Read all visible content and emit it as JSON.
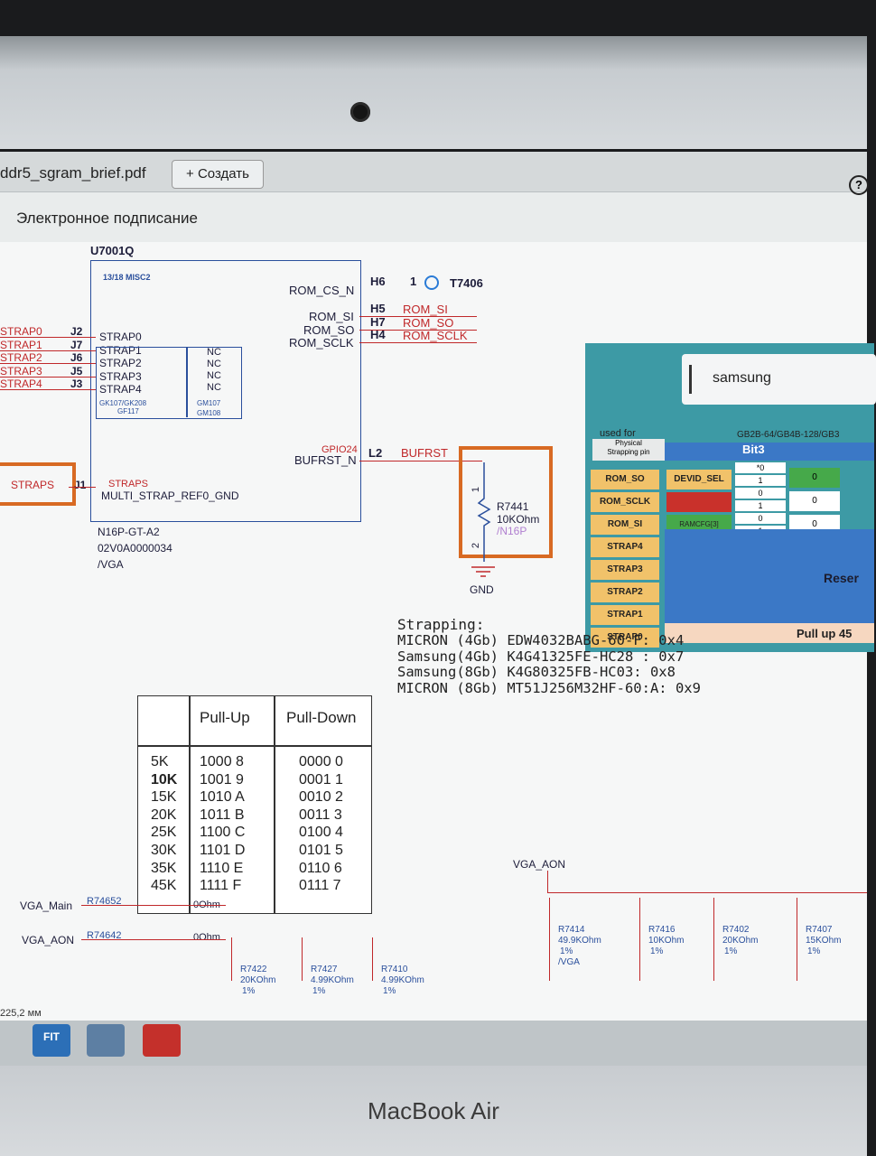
{
  "tab": {
    "title": "ddr5_sgram_brief.pdf",
    "create_label": "+ Создать",
    "help": "?"
  },
  "signing_label": "Электронное подписание",
  "schematic": {
    "chip": "U7001Q",
    "misc": "13/18 MISC2",
    "rom_pins": [
      "ROM_CS_N",
      "ROM_SI",
      "ROM_SO",
      "ROM_SCLK"
    ],
    "rom_balls": [
      "H6",
      "H5",
      "H7",
      "H4"
    ],
    "rom_nets": [
      "ROM_SI",
      "ROM_SO",
      "ROM_SCLK"
    ],
    "tp_label": "1",
    "tp_name": "T7406",
    "straps_left": [
      "STRAP0",
      "STRAP1",
      "STRAP2",
      "STRAP3",
      "STRAP4"
    ],
    "straps_balls": [
      "J2",
      "J7",
      "J6",
      "J5",
      "J3"
    ],
    "straps_inner": [
      "STRAP0",
      "STRAP1",
      "STRAP2",
      "STRAP3",
      "STRAP4"
    ],
    "nc": [
      "NC",
      "NC",
      "NC",
      "NC"
    ],
    "gk_left": [
      "GK107/GK208",
      "GF117"
    ],
    "gk_right": [
      "GM107",
      "GM108"
    ],
    "gpio": "GPIO24",
    "bufrst_pin": "BUFRST_N",
    "bufrst_ball": "L2",
    "bufrst_net": "BUFRST",
    "straps_box": "STRAPS",
    "j1": "J1",
    "straps_pin": "STRAPS",
    "multi_strap": "MULTI_STRAP_REF0_GND",
    "part": [
      "N16P-GT-A2",
      "02V0A0000034",
      "/VGA"
    ],
    "resistor": {
      "name": "R7441",
      "value": "10KOhm",
      "variant": "/N16P",
      "pin1": "1",
      "pin2": "2"
    },
    "gnd": "GND"
  },
  "panel": {
    "search_value": "samsung",
    "used_for": "used for",
    "header_right": "GB2B-64/GB4B-128/GB3",
    "physical": "Physical",
    "strapping_pin": "Strapping pin",
    "bit3": "Bit3",
    "rows": [
      "ROM_SO",
      "ROM_SCLK",
      "ROM_SI",
      "STRAP4",
      "STRAP3",
      "STRAP2",
      "STRAP1",
      "STRAP0"
    ],
    "rom_so_val": "DEVID_SEL",
    "rom_sclk_val": "",
    "rom_si_val": "RAMCFG[3]",
    "bits": [
      "*0",
      "1",
      "0",
      "1",
      "0",
      "1"
    ],
    "zeros": [
      "0",
      "0",
      "0"
    ],
    "reset_text": "Reser",
    "pullup_text": "Pull up 45"
  },
  "pull_table": {
    "headers": [
      "Pull-Up",
      "Pull-Down"
    ],
    "rows": [
      {
        "r": "5K",
        "up": "1000 8",
        "down": "0000 0"
      },
      {
        "r": "10K",
        "up": "1001 9",
        "down": "0001 1"
      },
      {
        "r": "15K",
        "up": "1010 A",
        "down": "0010 2"
      },
      {
        "r": "20K",
        "up": "1011 B",
        "down": "0011 3"
      },
      {
        "r": "25K",
        "up": "1100 C",
        "down": "0100 4"
      },
      {
        "r": "30K",
        "up": "1101 D",
        "down": "0101 5"
      },
      {
        "r": "35K",
        "up": "1110 E",
        "down": "0110 6"
      },
      {
        "r": "45K",
        "up": "1111 F",
        "down": "0111 7"
      }
    ]
  },
  "strapping": {
    "title": "Strapping:",
    "lines": [
      "MICRON (4Gb) EDW4032BABG-60-F: 0x4",
      "Samsung(4Gb) K4G41325FE-HC28 : 0x7",
      "Samsung(8Gb) K4G80325FB-HC03: 0x8",
      "MICRON (8Gb) MT51J256M32HF-60:A: 0x9"
    ]
  },
  "lower": {
    "vga_aon": "VGA_AON",
    "vga_main": "VGA_Main",
    "vga_aon2": "VGA_AON",
    "r1": "R74652",
    "r2": "R74642",
    "r1_val": "0Ohm",
    "r2_val": "0Ohm",
    "resistors": [
      {
        "name": "R7422",
        "val": "20KOhm",
        "tol": "1%"
      },
      {
        "name": "R7427",
        "val": "4.99KOhm",
        "tol": "1%"
      },
      {
        "name": "R7410",
        "val": "4.99KOhm",
        "tol": "1%"
      },
      {
        "name": "R7414",
        "val": "49.9KOhm",
        "tol": "1%",
        "extra": "/VGA"
      },
      {
        "name": "R7416",
        "val": "10KOhm",
        "tol": "1%"
      },
      {
        "name": "R7402",
        "val": "20KOhm",
        "tol": "1%"
      },
      {
        "name": "R7407",
        "val": "15KOhm",
        "tol": "1%"
      }
    ],
    "straps": [
      "STRAP0",
      "STRAP1",
      "STRAP2",
      "STRAP3"
    ]
  },
  "status": {
    "zoom": "225,2 мм"
  },
  "taskbar": {
    "fit": "FIT"
  },
  "brand": "MacBook Air"
}
